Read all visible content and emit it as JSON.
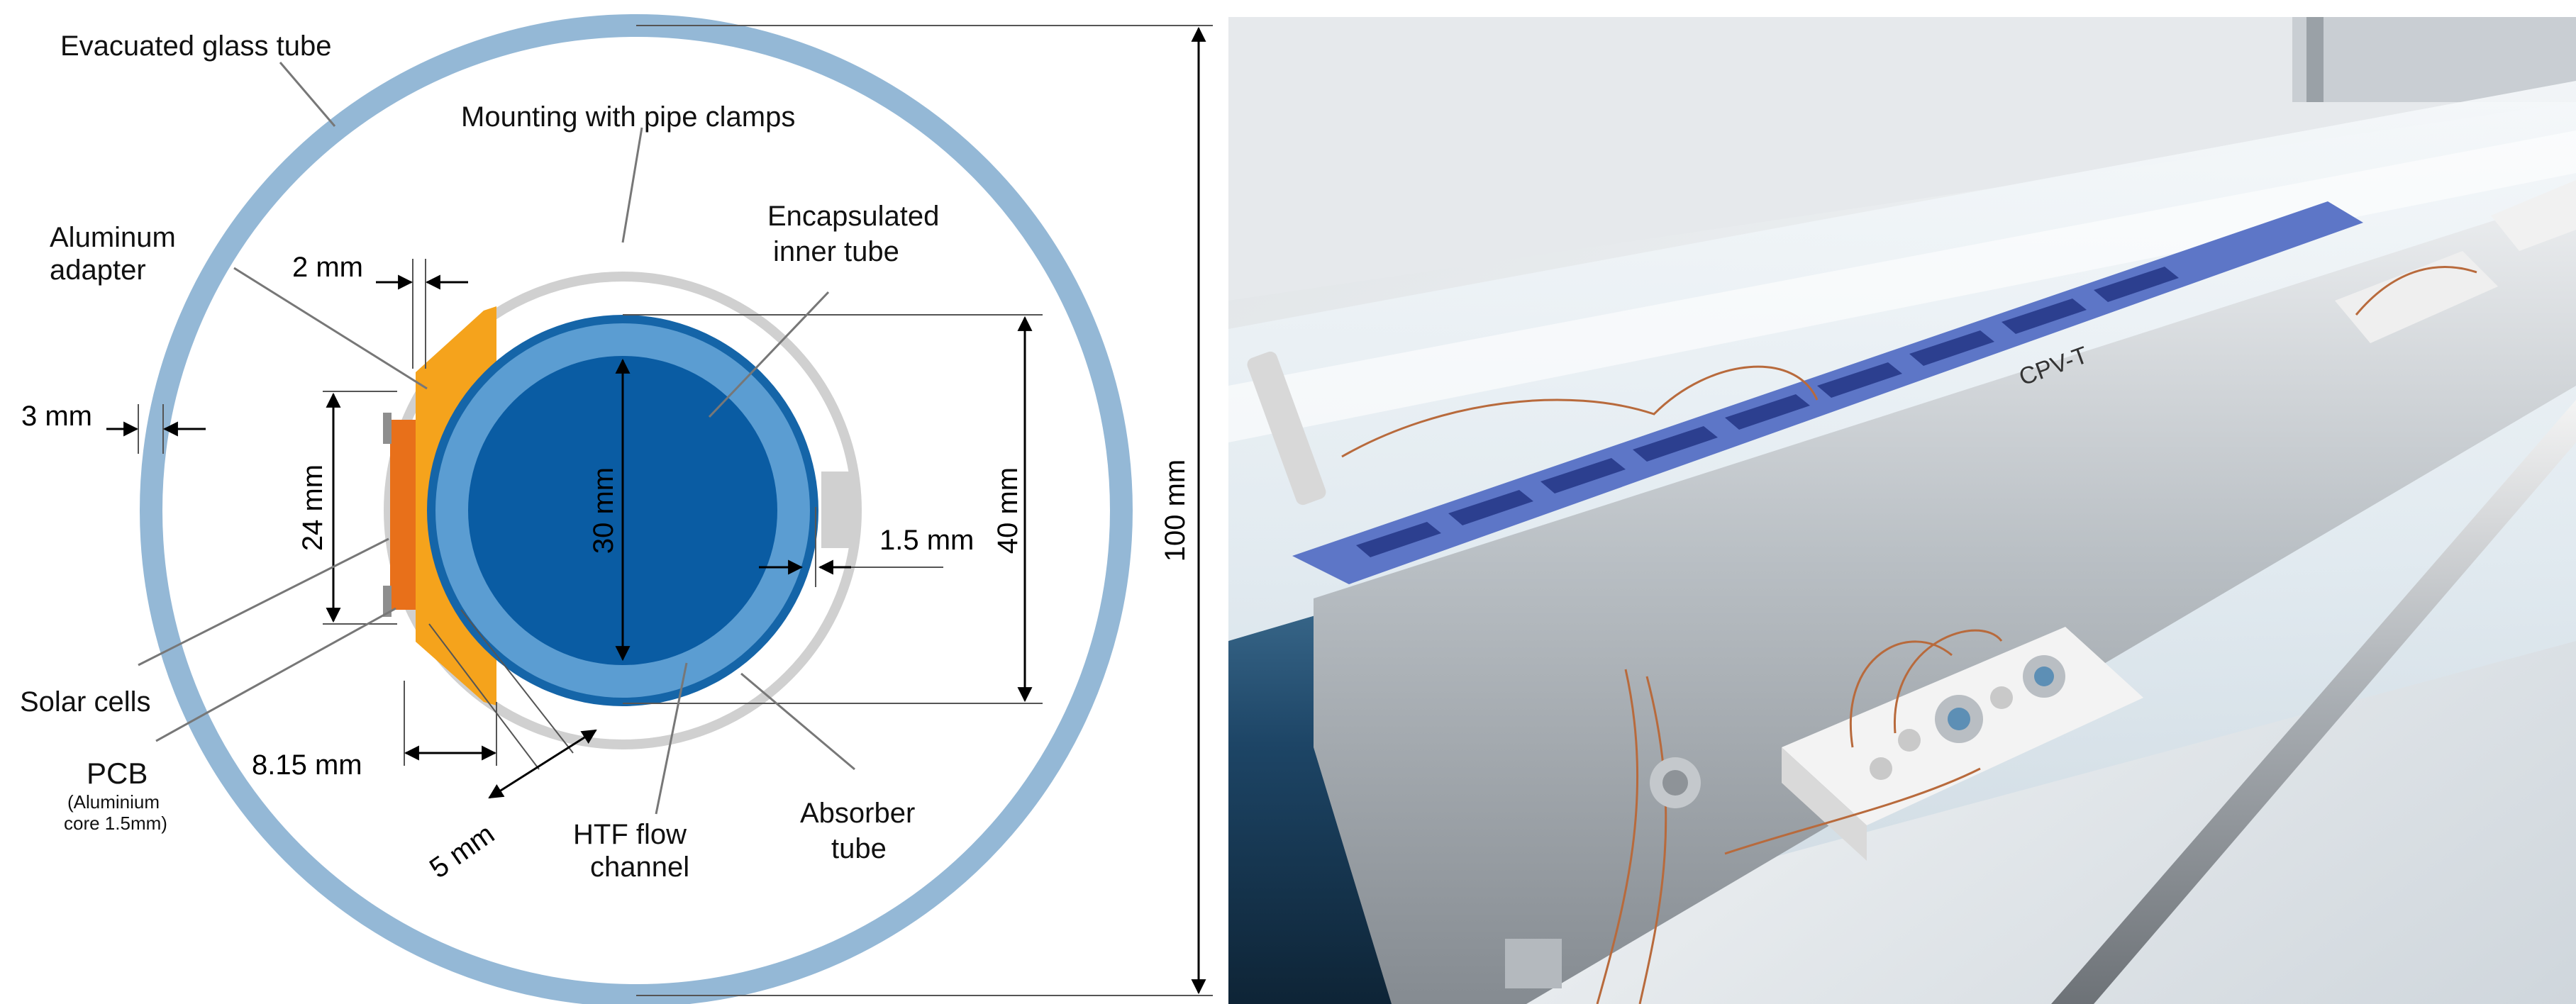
{
  "diagram": {
    "labels": {
      "evacuated_glass_tube": "Evacuated glass tube",
      "mounting": "Mounting with pipe clamps",
      "aluminum_adapter_1": "Aluminum",
      "aluminum_adapter_2": "adapter",
      "encapsulated_1": "Encapsulated",
      "encapsulated_2": "inner tube",
      "solar_cells": "Solar cells",
      "pcb": "PCB",
      "pcb_sub_1": "(Aluminium",
      "pcb_sub_2": "core 1.5mm)",
      "htf_1": "HTF flow",
      "htf_2": "channel",
      "absorber_1": "Absorber",
      "absorber_2": "tube"
    },
    "dimensions": {
      "d_2mm": "2 mm",
      "d_3mm": "3 mm",
      "d_24mm": "24 mm",
      "d_30mm": "30 mm",
      "d_40mm": "40 mm",
      "d_100mm": "100 mm",
      "d_1_5mm": "1.5 mm",
      "d_8_15mm": "8.15 mm",
      "d_5mm": "5 mm"
    },
    "colors": {
      "glass": "#94b8d6",
      "clamp": "#d0d0d0",
      "absorber": "#1565a8",
      "inner_ring": "#5b9dd2",
      "inner_core": "#0a5ca3",
      "adapter": "#f5a31c",
      "pcb": "#e8701a",
      "lines": "#555555"
    }
  },
  "photo": {
    "tube_marking": "CPV-T"
  }
}
